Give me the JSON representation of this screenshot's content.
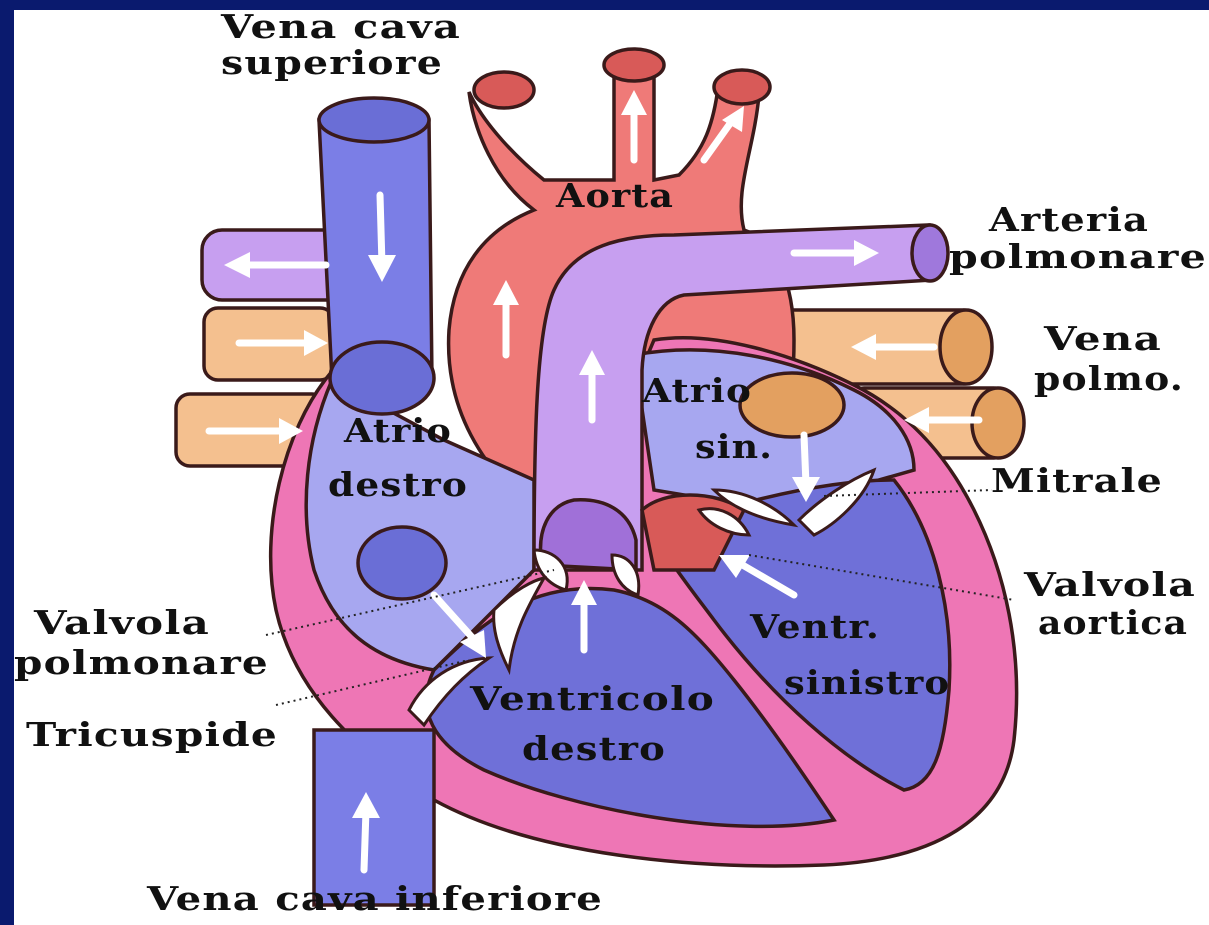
{
  "labels": {
    "vena_cava_superiore_1": "Vena cava",
    "vena_cava_superiore_2": "superiore",
    "aorta": "Aorta",
    "arteria_polmonare_1": "Arteria",
    "arteria_polmonare_2": "polmonare",
    "vena_polmo_1": "Vena",
    "vena_polmo_2": "polmo.",
    "atrio_destro_1": "Atrio",
    "atrio_destro_2": "destro",
    "atrio_sin_1": "Atrio",
    "atrio_sin_2": "sin.",
    "mitrale": "Mitrale",
    "valvola_aortica_1": "Valvola",
    "valvola_aortica_2": "aortica",
    "ventr_sinistro_1": "Ventr.",
    "ventr_sinistro_2": "sinistro",
    "ventricolo_destro_1": "Ventricolo",
    "ventricolo_destro_2": "destro",
    "valvola_polmonare_1": "Valvola",
    "valvola_polmonare_2": "polmonare",
    "tricuspide": "Tricuspide",
    "vena_cava_inferiore": "Vena cava inferiore"
  },
  "colors": {
    "background_border": "#0a1a6e",
    "aorta": "#ef7a78",
    "vena_cava": "#7b7ee6",
    "pulmonary_artery": "#c79ff0",
    "pulmonary_vein": "#f4c08f",
    "myocardium": "#ee76b5",
    "right_atrium": "#a7a7f0",
    "ventricle_chamber": "#6f70d8"
  }
}
